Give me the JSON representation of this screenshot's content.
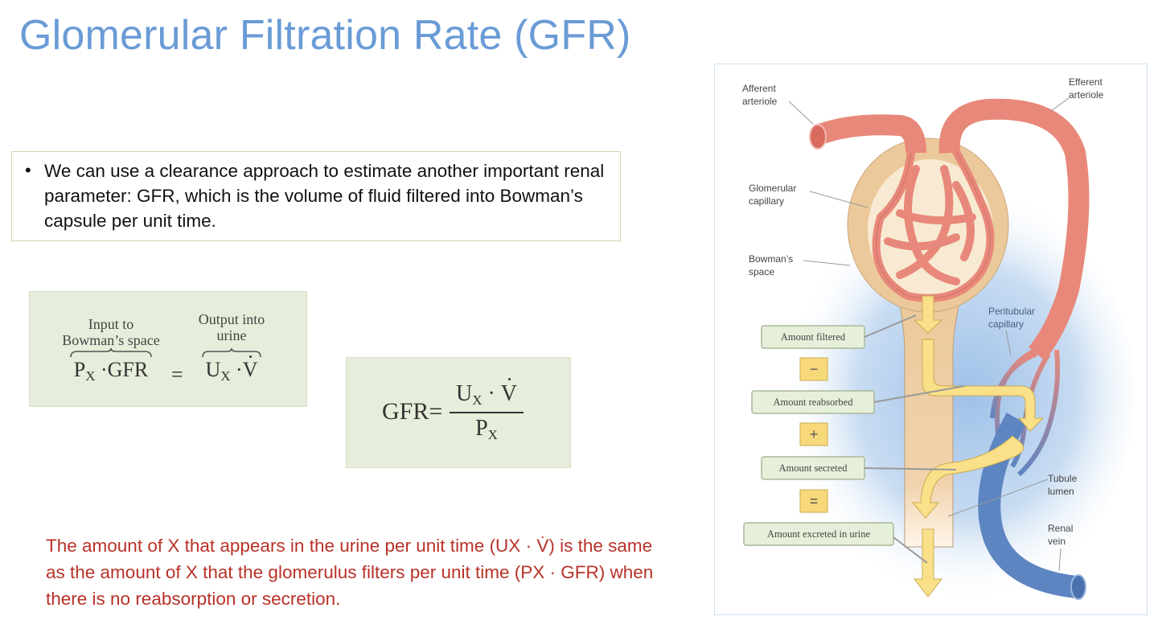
{
  "slide": {
    "title": "Glomerular Filtration Rate (GFR)",
    "bullet": {
      "marker": "•",
      "text": "We can use a clearance approach to estimate another important renal parameter: GFR, which is the volume of fluid filtered into Bowman’s capsule per unit time."
    },
    "equation1": {
      "left_label": "Input to\nBowman’s space",
      "left_label_line1": "Input to",
      "left_label_line2": "Bowman’s space",
      "right_label_line1": "Output into",
      "right_label_line2": "urine",
      "left_term_main": "P",
      "left_term_sub": "X",
      "left_term_rest": " ·GFR",
      "equals": "=",
      "right_term_main": "U",
      "right_term_sub": "X",
      "right_term_rest": " ·",
      "right_term_v": "V"
    },
    "equation2": {
      "lhs": "GFR=",
      "num_main": "U",
      "num_sub": "X",
      "num_dot": " · ",
      "num_v": "V",
      "den_main": "P",
      "den_sub": "X"
    },
    "note": "The amount of X that appears in the urine per unit time (UX · V̇) is the same as the amount of X that the glomerulus filters per unit time (PX · GFR) when there is no reabsorption or secretion."
  },
  "figure": {
    "labels": {
      "afferent_1": "Afferent",
      "afferent_2": "arteriole",
      "efferent_1": "Efferent",
      "efferent_2": "arteriole",
      "glomerular_1": "Glomerular",
      "glomerular_2": "capillary",
      "bowmans_1": "Bowman’s",
      "bowmans_2": "space",
      "peritubular_1": "Peritubular",
      "peritubular_2": "capillary",
      "tubule_1": "Tubule",
      "tubule_2": "lumen",
      "renal_1": "Renal",
      "renal_2": "vein"
    },
    "boxes": {
      "filtered": "Amount filtered",
      "reabsorbed": "Amount reabsorbed",
      "secreted": "Amount secreted",
      "excreted": "Amount excreted in urine"
    },
    "operators": {
      "minus": "−",
      "plus": "+",
      "equals": "="
    },
    "colors": {
      "artery": "#e8887a",
      "vein": "#5d85c2",
      "capsule": "#ecc99a",
      "arrow": "#fbe08a",
      "label_box": "#e6efd9",
      "operator_box": "#f8d97a",
      "halo": "#bcd5ef"
    }
  }
}
